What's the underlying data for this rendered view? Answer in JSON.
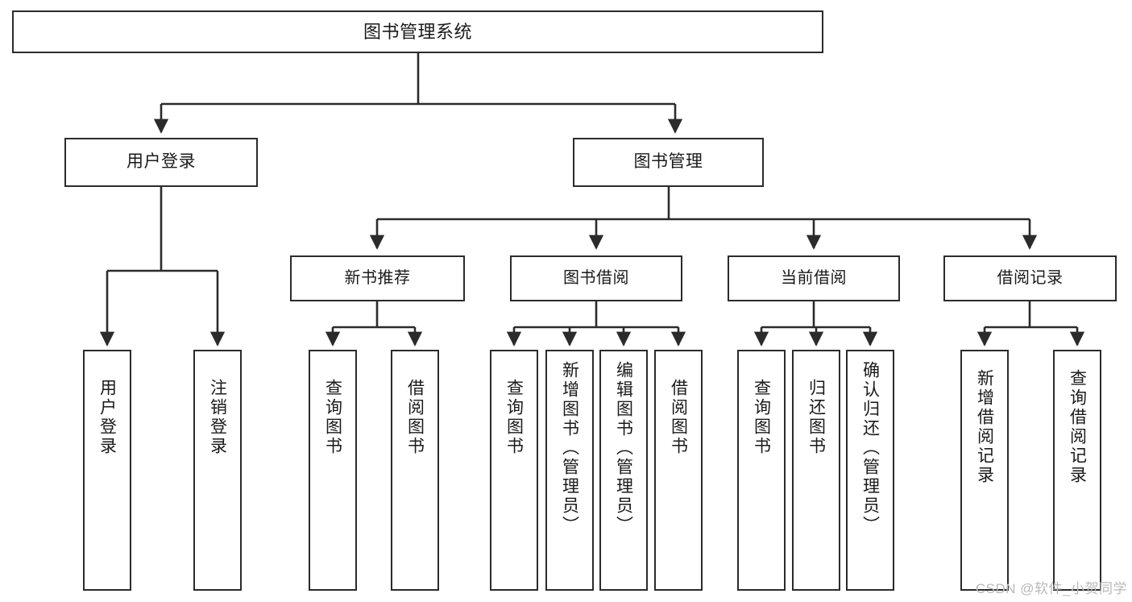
{
  "diagram": {
    "title": "图书管理系统",
    "type": "tree",
    "watermark": "CSDN @软件_小贺同学",
    "stroke_color": "#2b2b2b",
    "fill_color": "#ffffff",
    "text_color": "#1a1a1a",
    "watermark_color": "#b9b9b9"
  },
  "nodes": {
    "root": {
      "label": "图书管理系统"
    },
    "level2": [
      {
        "id": "user-login",
        "label": "用户登录"
      },
      {
        "id": "book-manage",
        "label": "图书管理"
      }
    ],
    "level3": [
      {
        "id": "new-book-recommend",
        "label": "新书推荐"
      },
      {
        "id": "book-borrow",
        "label": "图书借阅"
      },
      {
        "id": "current-borrow",
        "label": "当前借阅"
      },
      {
        "id": "borrow-record",
        "label": "借阅记录"
      }
    ],
    "leaves": {
      "user_login": [
        {
          "id": "leaf-user-login",
          "label": "用户登录"
        },
        {
          "id": "leaf-logout",
          "label": "注销登录"
        }
      ],
      "new_book_recommend": [
        {
          "id": "leaf-query-book-1",
          "label": "查询图书"
        },
        {
          "id": "leaf-borrow-book-1",
          "label": "借阅图书"
        }
      ],
      "book_borrow": [
        {
          "id": "leaf-query-book-2",
          "label": "查询图书"
        },
        {
          "id": "leaf-add-book",
          "label": "新增图书（管理员）"
        },
        {
          "id": "leaf-edit-book",
          "label": "编辑图书（管理员）"
        },
        {
          "id": "leaf-borrow-book-2",
          "label": "借阅图书"
        }
      ],
      "current_borrow": [
        {
          "id": "leaf-query-book-3",
          "label": "查询图书"
        },
        {
          "id": "leaf-return-book",
          "label": "归还图书"
        },
        {
          "id": "leaf-confirm-return",
          "label": "确认归还（管理员）"
        }
      ],
      "borrow_record": [
        {
          "id": "leaf-add-record",
          "label": "新增借阅记录"
        },
        {
          "id": "leaf-query-record",
          "label": "查询借阅记录"
        }
      ]
    }
  }
}
